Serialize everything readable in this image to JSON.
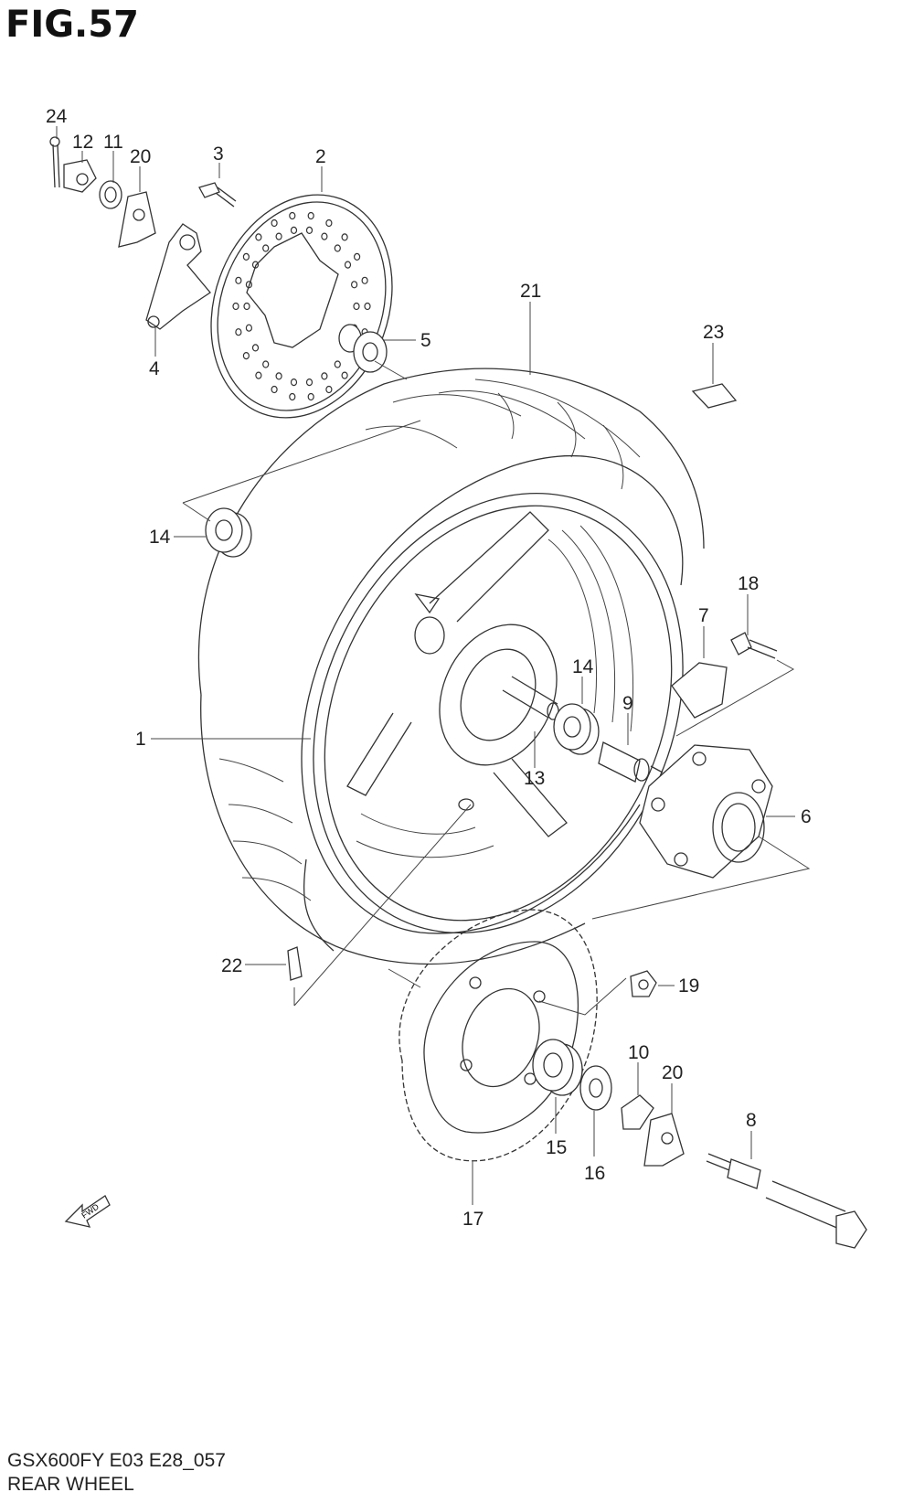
{
  "figure": {
    "title": "FIG.57",
    "code": "GSX600FY E03 E28_057",
    "name": "REAR WHEEL",
    "fwd_label": "FWD"
  },
  "callouts": [
    "24",
    "12",
    "11",
    "20",
    "3",
    "2",
    "4",
    "5",
    "21",
    "23",
    "14",
    "18",
    "7",
    "14",
    "9",
    "1",
    "13",
    "6",
    "22",
    "19",
    "10",
    "20",
    "15",
    "16",
    "8",
    "17"
  ]
}
